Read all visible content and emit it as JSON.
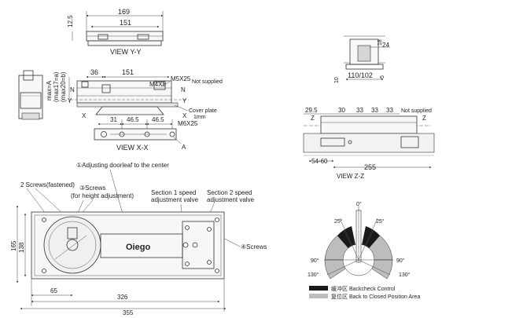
{
  "view_yy": {
    "dims": {
      "overall": "169",
      "inner": "151",
      "height": "12.5"
    },
    "title": "VIEW Y-Y"
  },
  "section_view": {
    "dims": {
      "d36": "36",
      "d151": "151"
    },
    "labels": {
      "max_a": "max=A",
      "max_b": "(max17=a)",
      "max_c": "(max20=b)",
      "m4x8": "M4X8",
      "m5x25": "M5X25",
      "not_supplied": "Not supplied",
      "cover_plate_1": "Cover plate",
      "cover_plate_2": "1mm",
      "y_left": "Y",
      "y_right": "Y",
      "n_left": "N",
      "n_right": "N"
    }
  },
  "view_xx": {
    "dims": {
      "d31": "31",
      "d465a": "46.5",
      "d465b": "46.5"
    },
    "screw": "M6X25",
    "x_left": "X",
    "x_right": "X",
    "point_a": "A",
    "title": "VIEW X-X"
  },
  "small_view": {
    "dims": {
      "d24": "24",
      "d18": "18",
      "d10": "10",
      "d5": "5",
      "width": "110/102"
    }
  },
  "view_zz": {
    "dims": {
      "d295": "29.5",
      "d30": "30",
      "d33a": "33",
      "d33b": "33",
      "d33c": "33",
      "d5460": "54-60",
      "d255": "255"
    },
    "not_supplied": "Not supplied",
    "z_left": "Z",
    "z_right": "Z",
    "title": "VIEW Z-Z"
  },
  "top_view": {
    "callouts": {
      "c1": "①Adjusting doorleaf to the center",
      "c2": "2 Screws(fastened)",
      "c3a": "③Screws",
      "c3b": "(for height adjustment)",
      "c4": "④Screws",
      "s1a": "Section 1 speed",
      "s1b": "adjustment valve",
      "s2a": "Section 2 speed",
      "s2b": "adjustment valve"
    },
    "brand": "Oiego",
    "dims": {
      "h165": "165",
      "h138": "138",
      "w65": "65",
      "w326": "326",
      "w355": "355"
    }
  },
  "angle_diagram": {
    "angles": {
      "a0": "0°",
      "a25l": "25°",
      "a25r": "25°",
      "a90l": "90°",
      "a90r": "90°",
      "a130l": "130°",
      "a130r": "130°"
    },
    "legend": [
      {
        "label": "缓冲区 Backcheck Control",
        "color": "#1a1a1a"
      },
      {
        "label": "复位区 Back to Closed Position Area",
        "color": "#bdbdbd"
      }
    ]
  }
}
